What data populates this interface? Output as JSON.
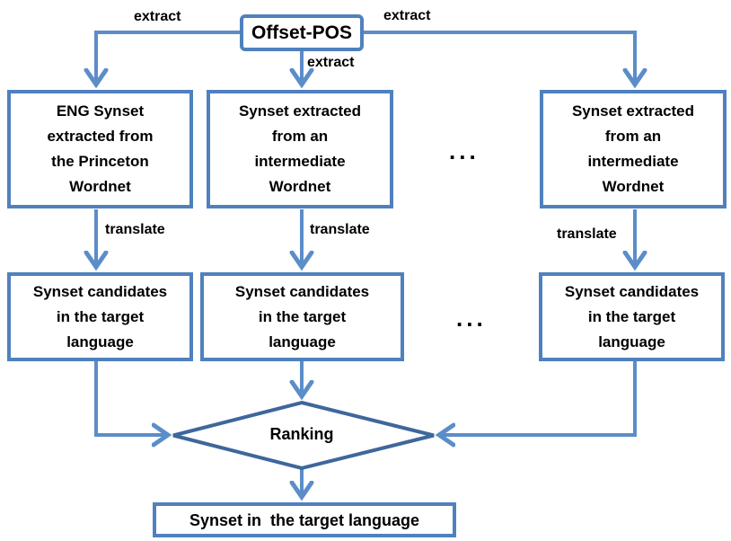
{
  "diagram": {
    "type": "flowchart",
    "colors": {
      "box_border": "#4F81BD",
      "arrow": "#5B8DC9",
      "diamond_border": "#3E679B",
      "text": "#000000"
    },
    "nodes": {
      "offset_pos": "Offset-POS",
      "row1": [
        [
          "ENG Synset",
          "extracted from",
          "the Princeton",
          "Wordnet"
        ],
        [
          "Synset extracted",
          "from an",
          "intermediate",
          "Wordnet"
        ],
        [
          "Synset extracted",
          "from an",
          "intermediate",
          "Wordnet"
        ]
      ],
      "row2": [
        [
          "Synset candidates",
          "in the target",
          "language"
        ],
        [
          "Synset candidates",
          "in the target",
          "language"
        ],
        [
          "Synset candidates",
          "in the target",
          "language"
        ]
      ],
      "ranking": "Ranking",
      "result": "Synset in  the target language"
    },
    "labels": {
      "extract_left": "extract",
      "extract_middle": "extract",
      "extract_right": "extract",
      "translate_left": "translate",
      "translate_middle": "translate",
      "translate_right": "translate"
    },
    "ellipsis_row1": "...",
    "ellipsis_row2": "..."
  }
}
